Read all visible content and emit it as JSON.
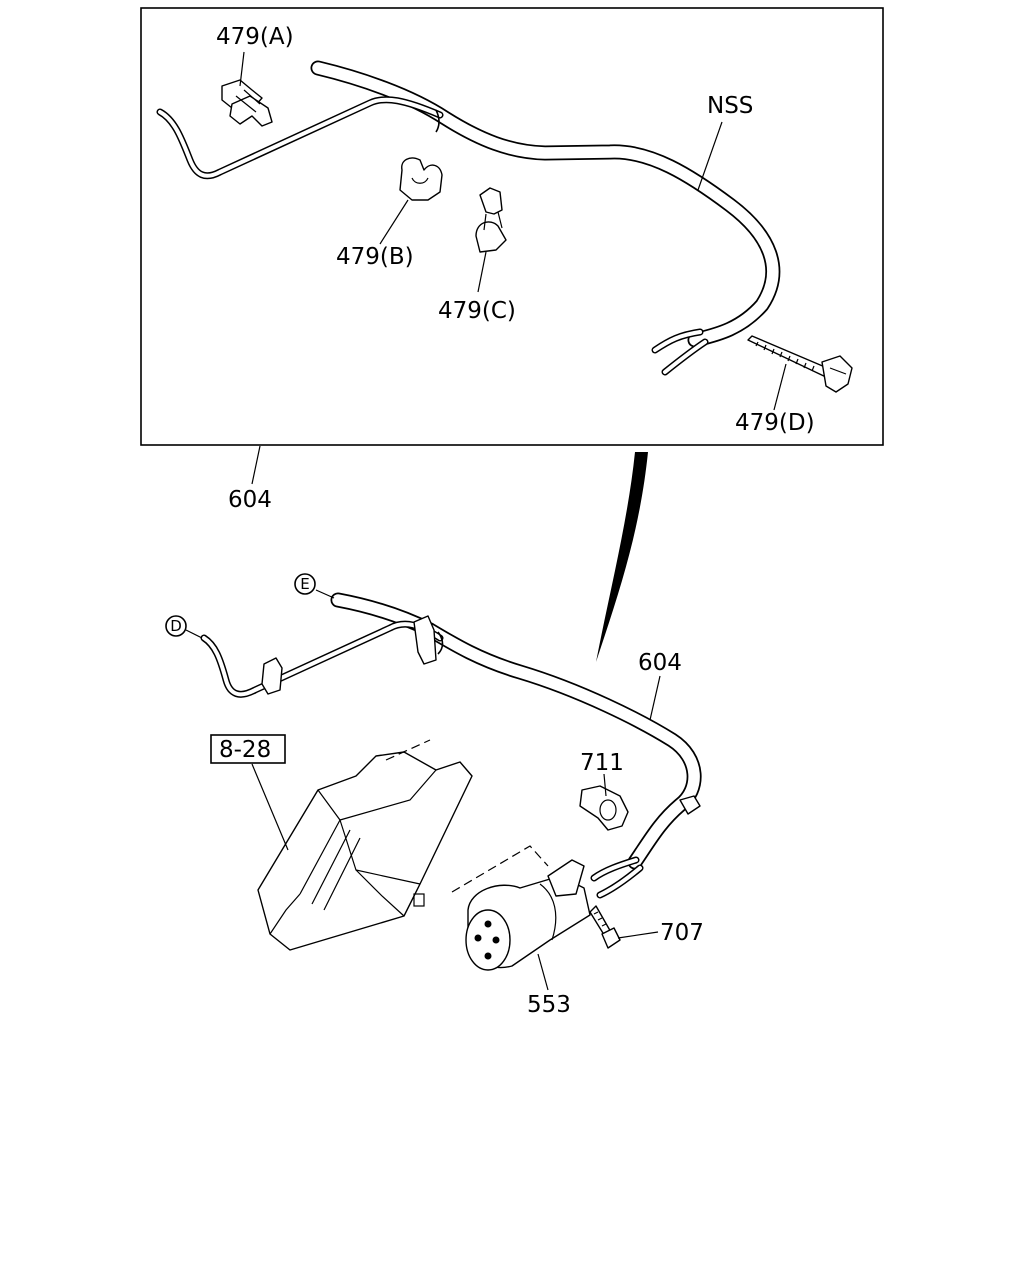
{
  "labels": {
    "clip_a": "479(A)",
    "clip_b": "479(B)",
    "clip_c": "479(C)",
    "clip_d": "479(D)",
    "nss": "NSS",
    "harness_top": "604",
    "harness_bottom": "604",
    "clip_711": "711",
    "bolt_707": "707",
    "connector_553": "553",
    "ref_8_28": "8-28",
    "ref_d": "D",
    "ref_e": "E"
  }
}
